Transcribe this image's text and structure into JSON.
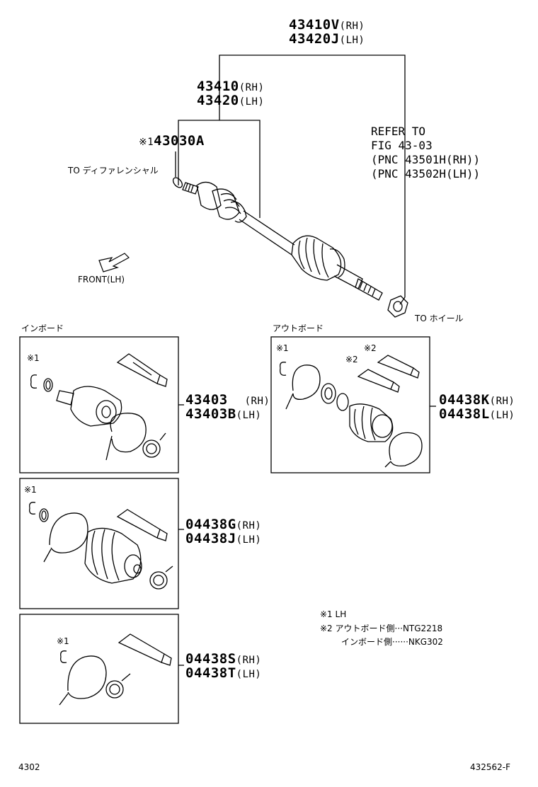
{
  "assembly": {
    "main_line1": "43410V",
    "main_line1_suffix": "(RH)",
    "main_line2": "43420J",
    "main_line2_suffix": "(LH)",
    "shaft_line1": "43410",
    "shaft_line1_suffix": "(RH)",
    "shaft_line2": "43420",
    "shaft_line2_suffix": "(LH)",
    "ring_note": "※1",
    "ring_part": "43030A",
    "refer_lines": [
      "REFER TO",
      "FIG 43-03",
      "(PNC 43501H(RH))",
      "(PNC 43502H(LH))"
    ],
    "to_diff": "TO ディファレンシャル",
    "front_label": "FRONT(LH)",
    "to_wheel": "TO ホイール"
  },
  "sections": {
    "inboard_label": "インボード",
    "outboard_label": "アウトボード"
  },
  "kits": {
    "inboard_joint": {
      "note": "※1",
      "line1": "43403",
      "line1_suffix": "(RH)",
      "line2": "43403B",
      "line2_suffix": "(LH)"
    },
    "outboard_boot": {
      "note1": "※1",
      "note2a": "※2",
      "note2b": "※2",
      "line1": "04438K",
      "line1_suffix": "(RH)",
      "line2": "04438L",
      "line2_suffix": "(LH)"
    },
    "inboard_boot": {
      "note": "※1",
      "line1": "04438G",
      "line1_suffix": "(RH)",
      "line2": "04438J",
      "line2_suffix": "(LH)"
    },
    "clamp_kit": {
      "note": "※1",
      "line1": "04438S",
      "line1_suffix": "(RH)",
      "line2": "04438T",
      "line2_suffix": "(LH)"
    }
  },
  "notes": {
    "n1": "※1 LH",
    "n2_line1": "※2 アウトボード側···NTG2218",
    "n2_line2": "インボード側······NKG302"
  },
  "footer": {
    "left": "4302",
    "right": "432562-F"
  }
}
